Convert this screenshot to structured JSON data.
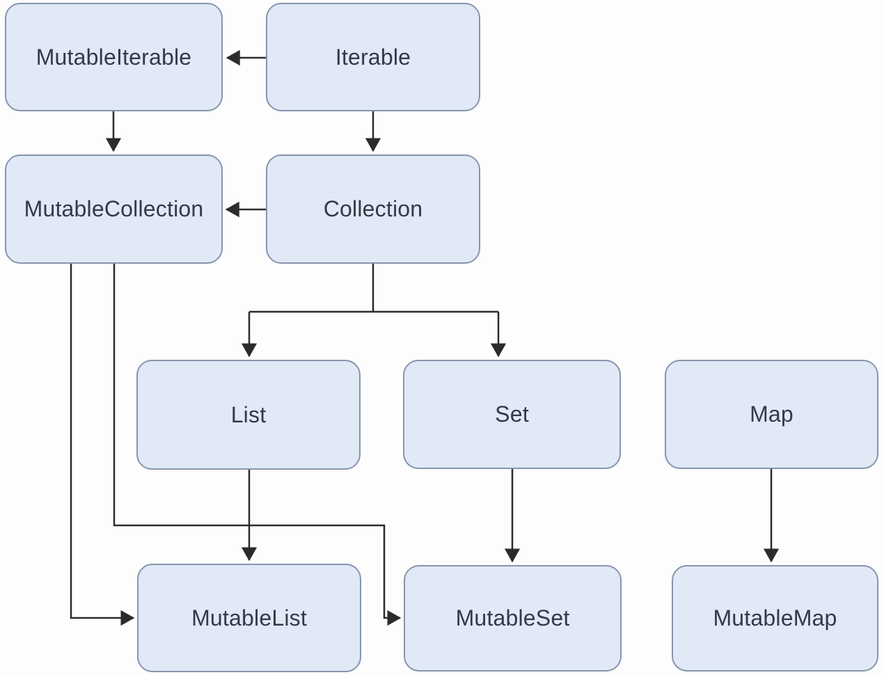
{
  "diagram": {
    "type": "class-hierarchy",
    "nodes": [
      {
        "id": "mutable-iterable",
        "label": "MutableIterable"
      },
      {
        "id": "iterable",
        "label": "Iterable"
      },
      {
        "id": "mutable-collection",
        "label": "MutableCollection"
      },
      {
        "id": "collection",
        "label": "Collection"
      },
      {
        "id": "list",
        "label": "List"
      },
      {
        "id": "set",
        "label": "Set"
      },
      {
        "id": "map",
        "label": "Map"
      },
      {
        "id": "mutable-list",
        "label": "MutableList"
      },
      {
        "id": "mutable-set",
        "label": "MutableSet"
      },
      {
        "id": "mutable-map",
        "label": "MutableMap"
      }
    ],
    "edges": [
      {
        "from": "Iterable",
        "to": "MutableIterable"
      },
      {
        "from": "MutableIterable",
        "to": "MutableCollection"
      },
      {
        "from": "Iterable",
        "to": "Collection"
      },
      {
        "from": "Collection",
        "to": "MutableCollection"
      },
      {
        "from": "Collection",
        "to": "List"
      },
      {
        "from": "Collection",
        "to": "Set"
      },
      {
        "from": "List",
        "to": "MutableList"
      },
      {
        "from": "Set",
        "to": "MutableSet"
      },
      {
        "from": "Map",
        "to": "MutableMap"
      },
      {
        "from": "MutableCollection",
        "to": "MutableList"
      },
      {
        "from": "MutableCollection",
        "to": "MutableSet"
      }
    ],
    "colors": {
      "node_fill": "#e1e8f6",
      "node_border": "#8695ad",
      "node_text": "#333a47",
      "arrow": "#2b2b2b",
      "background": "#fdfdfd"
    }
  }
}
